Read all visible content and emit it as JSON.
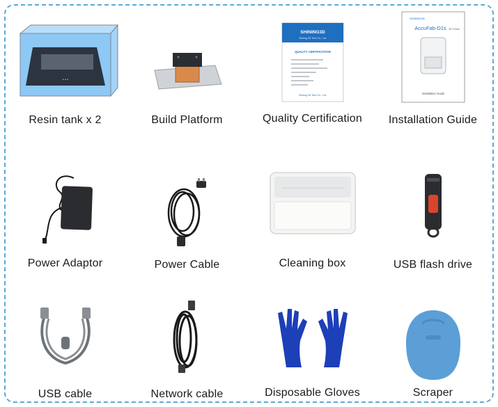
{
  "items": [
    {
      "label": "Resin tank x 2"
    },
    {
      "label": "Build Platform"
    },
    {
      "label": "Quality Certification",
      "brand": "SHINING3D",
      "company": "Shining 3D Tech Co., Ltd.",
      "heading": "QUALITY CERTIFICATION"
    },
    {
      "label": "Installation Guide",
      "brand": "SHINING3D",
      "product": "AccuFab-D1s",
      "subtitle": "3D Printer",
      "footer": "Installation Guide"
    },
    {
      "label": "Power Adaptor"
    },
    {
      "label": "Power Cable"
    },
    {
      "label": "Cleaning box"
    },
    {
      "label": "USB flash drive"
    },
    {
      "label": "USB cable"
    },
    {
      "label": "Network cable"
    },
    {
      "label": "Disposable Gloves"
    },
    {
      "label": "Scraper"
    }
  ],
  "colors": {
    "border": "#5aa9d8",
    "tank_blue": "#6fb8f0",
    "platform_orange": "#d98a4a",
    "cert_blue": "#1f6fc0",
    "glove_blue": "#1d3fb8",
    "scraper_blue": "#5b9fd6",
    "usb_red": "#d9452c"
  }
}
